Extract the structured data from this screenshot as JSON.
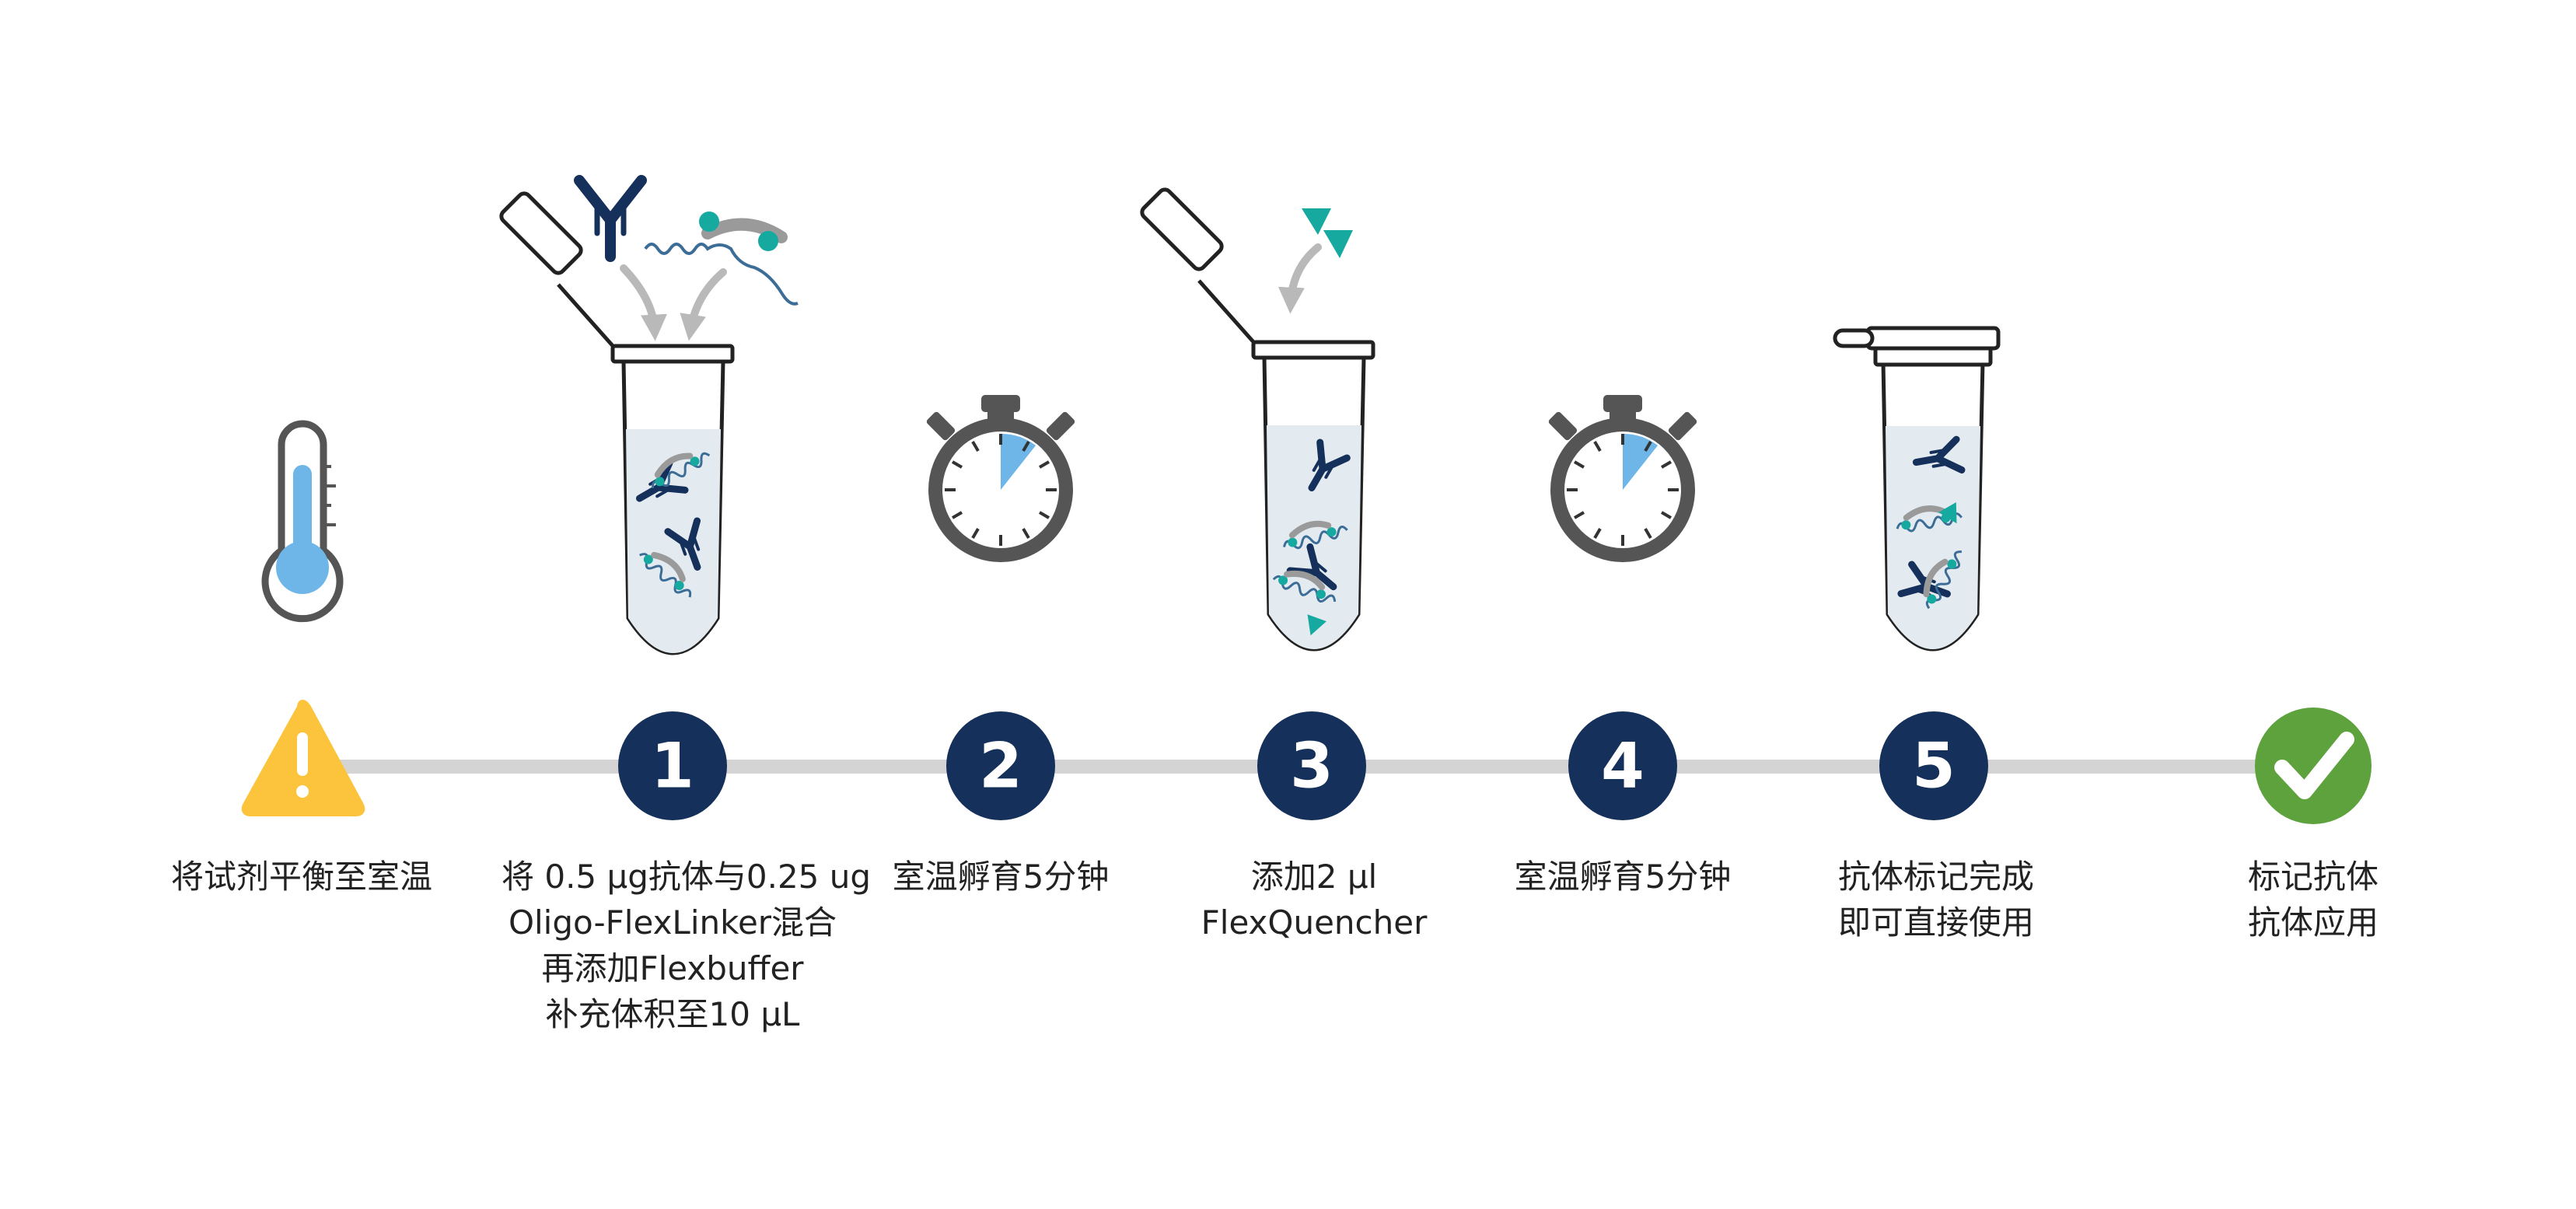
{
  "colors": {
    "navy": "#15305a",
    "line": "#d4d4d4",
    "teal": "#16a9a0",
    "warning": "#fcc43c",
    "success": "#5da23d",
    "liquid": "#e3ebf0",
    "thermo_blue": "#6fb6e8",
    "clock_gray": "#555555",
    "wedge_blue": "#6fb6e8",
    "arrow_gray": "#b9b9b9"
  },
  "icons": [
    "thermometer-icon",
    "tube-icon",
    "antibody-icon",
    "linker-icon",
    "timer-icon",
    "quencher-icon",
    "warning-icon",
    "check-icon"
  ],
  "steps": [
    {
      "id": "start",
      "badge": "",
      "icon": "warning-icon",
      "lines": [
        "将试剂平衡至室温"
      ]
    },
    {
      "id": "step-1",
      "badge": "1",
      "icon": "number-badge",
      "lines": [
        "将 0.5 μg抗体与0.25 ug",
        "Oligo-FlexLinker混合",
        "再添加Flexbuffer",
        "补充体积至10 μL"
      ]
    },
    {
      "id": "step-2",
      "badge": "2",
      "icon": "number-badge",
      "lines": [
        "室温孵育5分钟"
      ]
    },
    {
      "id": "step-3",
      "badge": "3",
      "icon": "number-badge",
      "lines": [
        "添加2 μl",
        "FlexQuencher"
      ]
    },
    {
      "id": "step-4",
      "badge": "4",
      "icon": "number-badge",
      "lines": [
        "室温孵育5分钟"
      ]
    },
    {
      "id": "step-5",
      "badge": "5",
      "icon": "number-badge",
      "lines": [
        "抗体标记完成",
        "即可直接使用"
      ]
    },
    {
      "id": "end",
      "badge": "",
      "icon": "check-icon",
      "lines": [
        "标记抗体",
        "抗体应用"
      ]
    }
  ]
}
